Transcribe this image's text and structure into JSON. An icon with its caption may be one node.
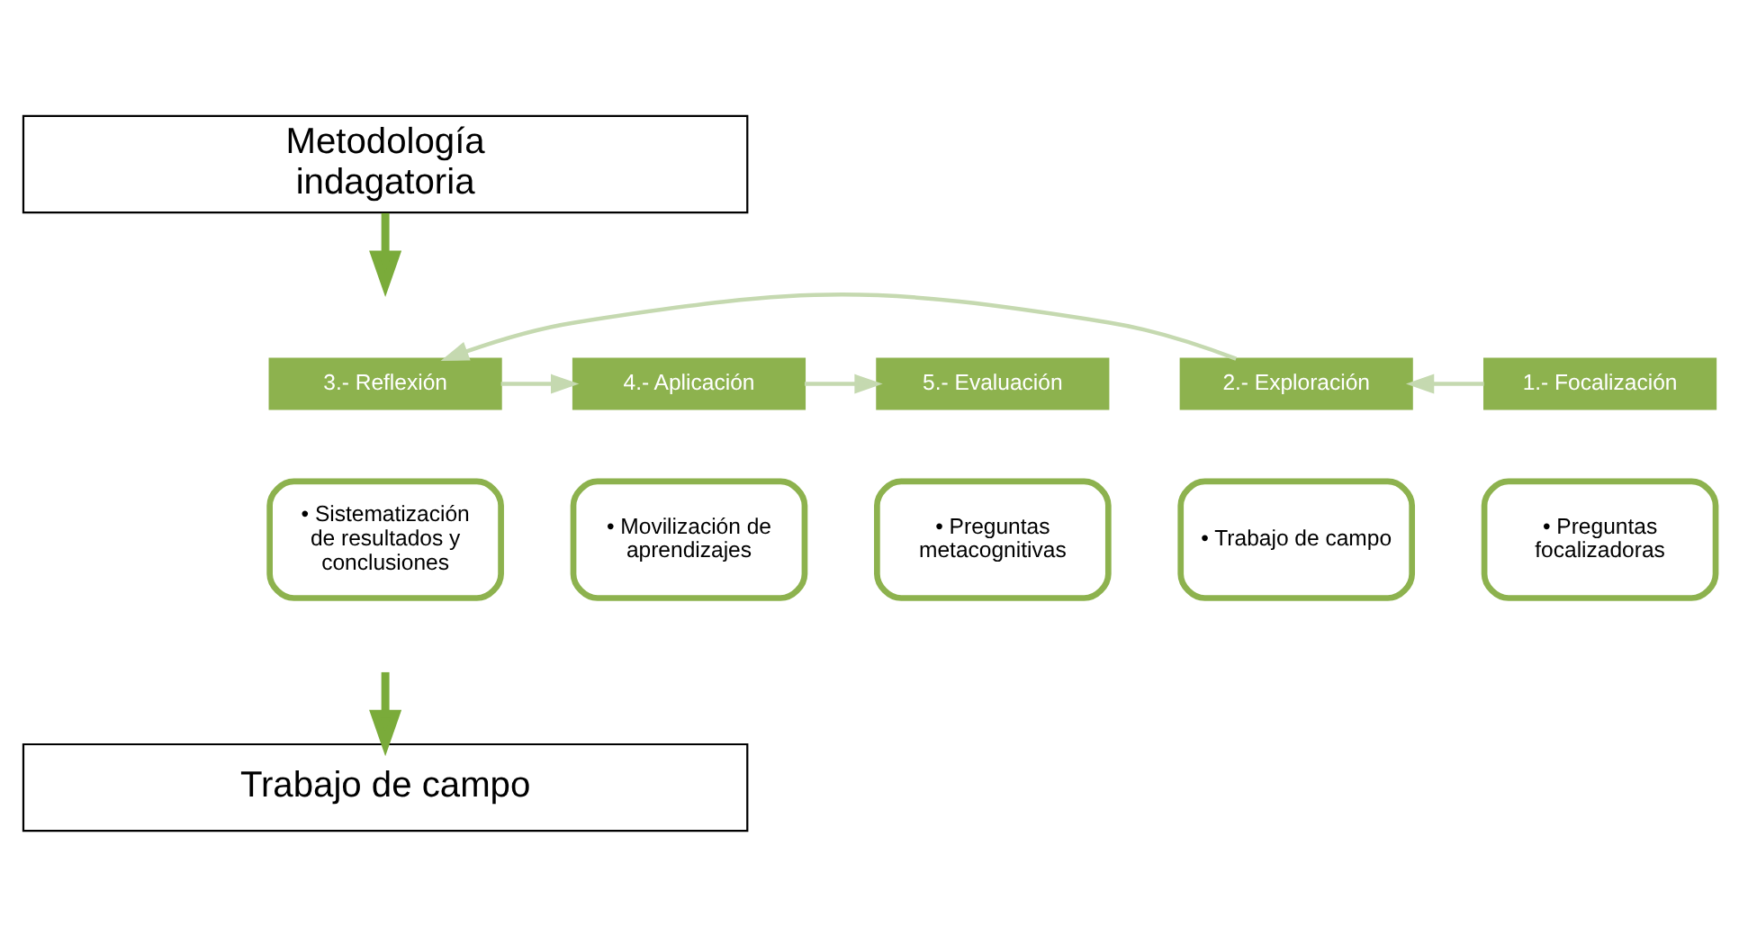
{
  "diagram": {
    "nodes": [
      {
        "text": [
          "Metodología indagatoria"
        ]
      },
      {
        "text": [
          "1.- Focalización"
        ]
      },
      {
        "text": [
          "• Preguntas focalizadoras"
        ]
      },
      {
        "text": [
          "2.- Exploración"
        ]
      },
      {
        "text": [
          "• Trabajo de campo"
        ]
      },
      {
        "text": [
          "3.- Reflexión"
        ]
      },
      {
        "text": [
          "• Sistematización de resultados y conclusiones"
        ]
      },
      {
        "text": [
          "4.- Aplicación"
        ]
      },
      {
        "text": [
          "• Movilización de aprendizajes"
        ]
      },
      {
        "text": [
          "5.- Evaluación"
        ]
      },
      {
        "text": [
          "• Preguntas metacognitivas"
        ]
      },
      {
        "text": [
          "Trabajo de campo"
        ]
      }
    ],
    "edges": [
      {
        "from": 0,
        "to": null,
        "arrow": "to",
        "style": "thick",
        "color": "#7aab3a"
      },
      {
        "from": 1,
        "to": 3,
        "arrow": "to"
      },
      {
        "from": 3,
        "to": 5,
        "arrow": "to"
      },
      {
        "from": 5,
        "to": 7,
        "arrow": "to"
      },
      {
        "from": 7,
        "to": 9,
        "arrow": "to"
      },
      {
        "from": null,
        "to": 11,
        "arrow": "to",
        "style": "thick",
        "color": "#7aab3a"
      }
    ]
  }
}
